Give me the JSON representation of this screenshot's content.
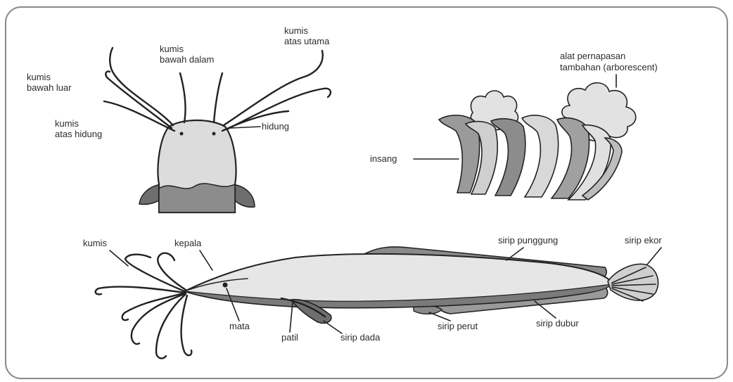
{
  "head_view": {
    "labels": {
      "kumis_atas_utama": [
        "kumis",
        "atas utama"
      ],
      "kumis_bawah_dalam": [
        "kumis",
        "bawah dalam"
      ],
      "kumis_bawah_luar": [
        "kumis",
        "bawah luar"
      ],
      "kumis_atas_hidung": [
        "kumis",
        "atas hidung"
      ],
      "hidung": "hidung"
    }
  },
  "gill_view": {
    "labels": {
      "alat_pernapasan": [
        "alat pernapasan",
        "tambahan (arborescent)"
      ],
      "insang": "insang"
    }
  },
  "fish_view": {
    "labels": {
      "kumis": "kumis",
      "kepala": "kepala",
      "sirip_punggung": "sirip punggung",
      "sirip_ekor": "sirip ekor",
      "mata": "mata",
      "patil": "patil",
      "sirip_dada": "sirip dada",
      "sirip_perut": "sirip perut",
      "sirip_dubur": "sirip dubur"
    }
  },
  "colors": {
    "frame": "#8a8a8a",
    "body_fill": "#e4e4e4",
    "dark_fill": "#7a7a7a",
    "medium_fill": "#a8a8a8",
    "ink": "#222222"
  }
}
